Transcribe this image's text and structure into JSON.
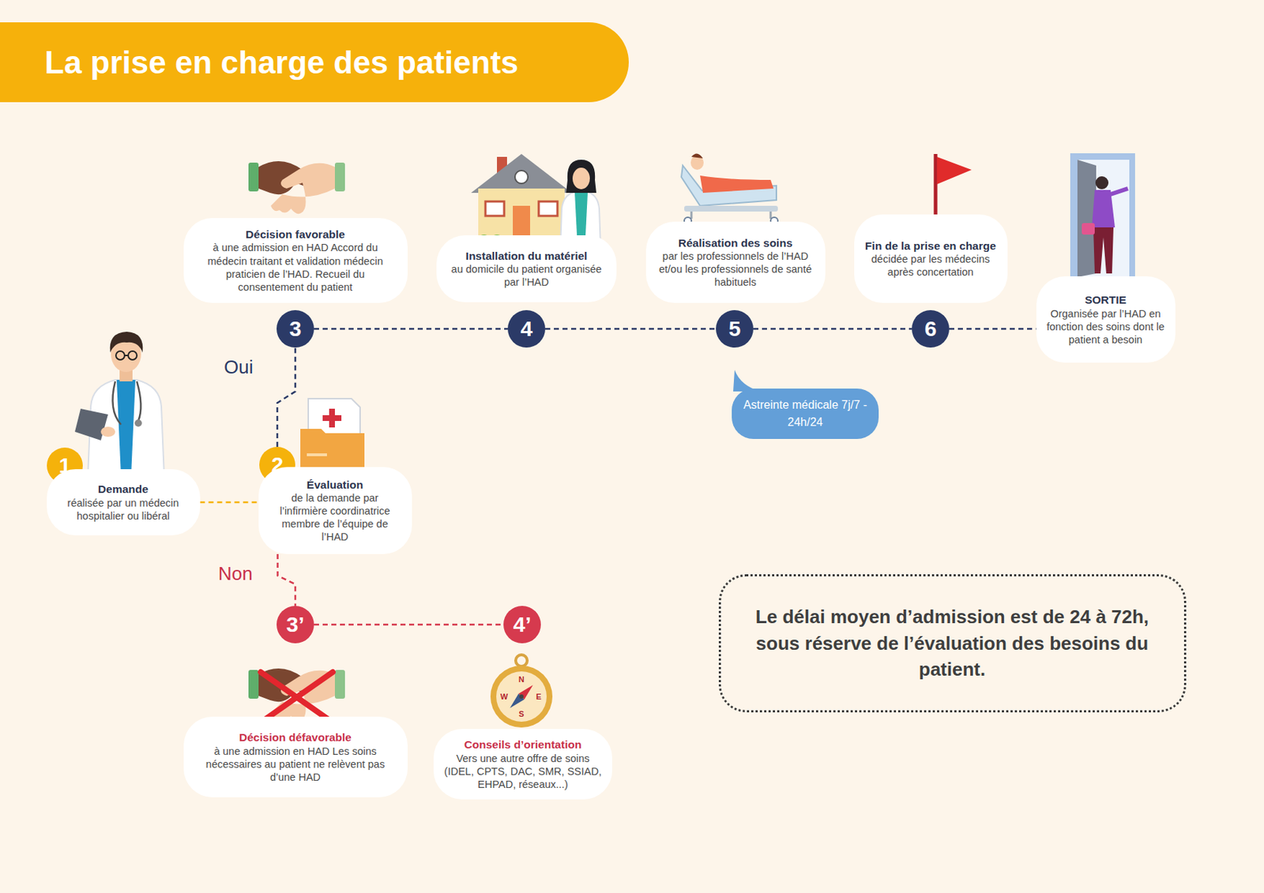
{
  "diagram": {
    "title": "La prise en charge des patients",
    "nodes": [
      {
        "text": [
          "1"
        ]
      },
      {
        "text": [
          "Demande",
          "réalisée par un médecin hospitalier ou libéral"
        ]
      },
      {
        "text": [
          "2"
        ]
      },
      {
        "text": [
          "Évaluation",
          "de la demande par l’infirmière coordinatrice membre de l’équipe de l’HAD"
        ]
      },
      {
        "text": [
          "3"
        ]
      },
      {
        "text": [
          "Décision favorable",
          "à une admission en HAD Accord du médecin traitant et validation médecin praticien de l’HAD. Recueil du consentement du patient"
        ]
      },
      {
        "text": [
          "4"
        ]
      },
      {
        "text": [
          "Installation du matériel",
          "au domicile du patient organisée par l’HAD"
        ]
      },
      {
        "text": [
          "5"
        ]
      },
      {
        "text": [
          "Réalisation des soins",
          "par les professionnels de l’HAD et/ou les professionnels de santé habituels"
        ]
      },
      {
        "text": [
          "6"
        ]
      },
      {
        "text": [
          "Fin de la prise en charge",
          "décidée par les médecins après concertation"
        ]
      },
      {
        "text": [
          "SORTIE",
          "Organisée par l’HAD en fonction des soins dont le patient a besoin"
        ]
      },
      {
        "text": [
          "3’"
        ]
      },
      {
        "text": [
          "Décision défavorable",
          "à une admission en HAD Les soins nécessaires au patient ne relèvent pas d’une HAD"
        ]
      },
      {
        "text": [
          "4’"
        ]
      },
      {
        "text": [
          "Conseils d’orientation",
          "Vers une autre offre de soins (IDEL, CPTS, DAC, SMR, SSIAD, EHPAD, réseaux...)"
        ]
      },
      {
        "text": [
          "Astreinte médicale 7j/7 - 24h/24"
        ]
      },
      {
        "text": [
          "Le délai moyen d’admission est de 24 à 72h, sous réserve de l’évaluation des besoins du patient."
        ]
      }
    ],
    "edges": [
      {
        "from": 1,
        "to": 3,
        "arrow": "none"
      },
      {
        "from": 2,
        "to": 4,
        "label": "Oui",
        "arrow": "none"
      },
      {
        "from": 3,
        "to": 13,
        "label": "Non",
        "arrow": "none"
      },
      {
        "from": 4,
        "to": 6,
        "arrow": "none"
      },
      {
        "from": 6,
        "to": 8,
        "arrow": "none"
      },
      {
        "from": 8,
        "to": 10,
        "arrow": "none"
      },
      {
        "from": 10,
        "to": 12,
        "arrow": "none"
      },
      {
        "from": 13,
        "to": 15,
        "arrow": "none"
      }
    ],
    "labels": [
      "N",
      "E",
      "S",
      "W"
    ]
  }
}
